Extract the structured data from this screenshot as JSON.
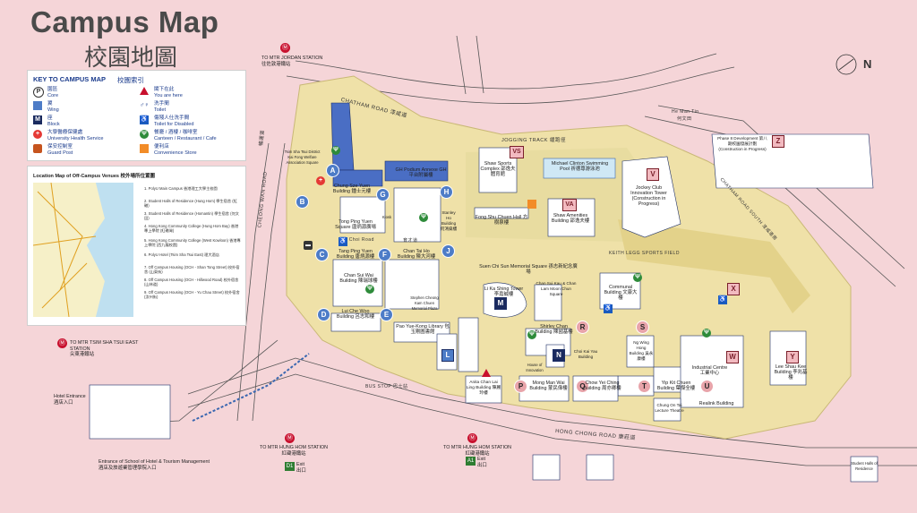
{
  "title": "Campus Map",
  "title_zh": "校園地圖",
  "key": {
    "title": "KEY TO CAMPUS MAP",
    "title_zh": "校園索引",
    "items": [
      {
        "icon": "core-icon",
        "zh": "園區",
        "en": "Core"
      },
      {
        "icon": "wing-icon",
        "zh": "翼",
        "en": "Wing"
      },
      {
        "icon": "block-icon",
        "zh": "座",
        "en": "Block"
      },
      {
        "icon": "health-icon",
        "zh": "大學醫療保健處",
        "en": "University Health Service"
      },
      {
        "icon": "guard-icon",
        "zh": "保安控制室",
        "en": "Guard Post"
      },
      {
        "icon": "you-are-here-icon",
        "zh": "閣下在此",
        "en": "You are here"
      },
      {
        "icon": "toilet-icon",
        "zh": "洗手間",
        "en": "Toilet"
      },
      {
        "icon": "disabled-toilet-icon",
        "zh": "傷殘人仕洗手間",
        "en": "Toilet for Disabled"
      },
      {
        "icon": "canteen-icon",
        "zh": "餐廳 / 酒樓 / 咖啡室",
        "en": "Canteen / Restaurant / Cafe"
      },
      {
        "icon": "store-icon",
        "zh": "便利店",
        "en": "Convenience Store"
      }
    ]
  },
  "offcampus": {
    "title": "Location Map of Off-Campus Venues  校外場所位置圖",
    "items": [
      "1. PolyU Main Campus 香港理工大學主校園",
      "2. Student Halls of Residence (Hung Hom) 學生宿舍 (紅磡)",
      "3. Student Halls of Residence (Homantin) 學生宿舍 (何文田)",
      "4. Hong Kong Community College (Hung Hom Bay) 香港專上學院 (紅磡灣)",
      "5. Hong Kong Community College (West Kowloon) 香港專上學院 (西九龍校園)",
      "6. PolyU Hotel (Tsim Sha Tsui East) 理大酒店",
      "7. Off Campus Housing (OCH - Shan Tong Street) 校外宿舍 (山東街)",
      "8. Off Campus Housing (OCH - Hillwood Road) 校外宿舍 (山林道)",
      "9. Off Campus Housing (OCH - Yu Chau Street) 校外宿舍 (汝州街)"
    ]
  },
  "roads": {
    "chatham": "CHATHAM ROAD  漆咸道",
    "chatham_s": "CHATHAM ROAD SOUTH 漆咸道南",
    "cheong_wan": "CHEONG WAN ROAD",
    "cheong_wan_zh": "暢運道",
    "hong_chong": "HONG CHONG ROAD  康莊道",
    "yuk_choi": "Yuk Choi Road",
    "yuk_choi_zh": "育才道",
    "jogging": "JOGGING TRACK  緩跑徑",
    "keith_legg": "KEITH LEGG SPORTS FIELD",
    "hemantin": "He Man Tin",
    "hemantin_zh": "何文田",
    "bus_stop": "BUS STOP  巴士站"
  },
  "mtr": {
    "jordan": "TO MTR JORDAN STATION",
    "jordan_zh": "往佐敦港鐵站",
    "tst": "TO MTR TSIM SHA TSUI EAST STATION",
    "tst_zh": "尖東港鐵站",
    "hunghom1": "TO MTR HUNG HOM STATION",
    "hunghom1_zh": "紅磡港鐵站",
    "hunghom2": "TO MTR HUNG HOM STATION",
    "hunghom2_zh": "紅磡港鐵站",
    "exit_label": "Exit",
    "exit_zh": "出口",
    "exit_d1": "D1",
    "exit_a1": "A1"
  },
  "hotel": {
    "entrance": "Hotel Entrance",
    "entrance_zh": "酒店入口",
    "school": "Entrance of School of Hotel & Tourism Management",
    "school_zh": "酒店及旅遊業管理學院入口"
  },
  "cores": [
    "A",
    "B",
    "C",
    "D",
    "E",
    "F",
    "G",
    "H",
    "J",
    "P",
    "Q",
    "R",
    "S",
    "T",
    "U",
    "W",
    "Y"
  ],
  "blocks": [
    "L",
    "M",
    "N"
  ],
  "squares": [
    "V",
    "VA",
    "VS",
    "X",
    "Z"
  ],
  "buildings": {
    "chung_sze_yuen": "Chung Sze Yuen Building 鍾士元樓",
    "gh_podium": "GH Podium Annexe GH 平台附屬樓",
    "shaw_sports": "Shaw Sports Complex 邵逸夫體育館",
    "michael_clinton": "Michael Clinton Swimming Pool 祈德尊游泳池",
    "jockey_club": "Jockey Club Innovation Tower (Construction in Progress)",
    "phase8": "Phase 8 Development 第八期校園發展計劃 (Construction in Progress)",
    "tong_ping_yuen": "Tong Ping Yuen Square 唐炳源廣場",
    "tang_ping_yuen": "Tang Ping Yuen Building 唐炳源樓",
    "chan_tai_ho": "Chan Tai Ho Building 陳大河樓",
    "stanley_ho": "Stanley Ho Building 何鴻燊樓",
    "fong_shu_chuen": "Fong Shu Chuen Hall 方樹泉樓",
    "shaw_amenities": "Shaw Amenities Building 邵逸夫樓",
    "suen_chi_sun": "Suen Chi Sun Memorial Square 孫志新紀念廣場",
    "li_ka_shing": "Li Ka Shing Tower 李嘉誠樓",
    "chan_sui_kau": "Chan Sui Kau & Chan Lam Moon Chun Square",
    "communal": "Communal Building 文康大樓",
    "chan_sui_wai": "Chan Sui Wai Building 陳瑞球樓",
    "lui_che_woo": "Lui Che Woo Building 呂志和樓",
    "pao_yue_kong": "Pao Yue-Kong Library 包玉剛圖書館",
    "shirley_chan": "Shirley Chan Building 陳國基樓",
    "choi_kai_yau": "Choi Kai Yau Building",
    "ng_wing_hong": "Ng Wing Hong Building 吳永康樓",
    "mong_man_wai": "Mong Man Wai Building 蒙民偉樓",
    "anita_chan": "Anita Chan Lai Ling Building 陳麗玲樓",
    "chow_yei_ching": "Chow Yei Ching Building 周亦卿樓",
    "yip_kit_chuen": "Yip Kit Chuen Building 葉傑全樓",
    "industrial": "Industrial Centre 工業中心",
    "chung_on_tai": "Chung On Tai Lecture Theatre",
    "realink": "Realink Building",
    "lee_shau_kee": "Lee Shau Kee Building 李兆基樓",
    "tsim_sha_tsui_hub": "Tsim Sha Tsui District Kai Fong Welfare Association Square",
    "stephen_cheong": "Stephen Cheong Kam Chuen Memorial Plaza",
    "kiosk": "Kiosk",
    "house_innovation": "House of Innovation",
    "student_halls": "Student Halls of Residence"
  }
}
